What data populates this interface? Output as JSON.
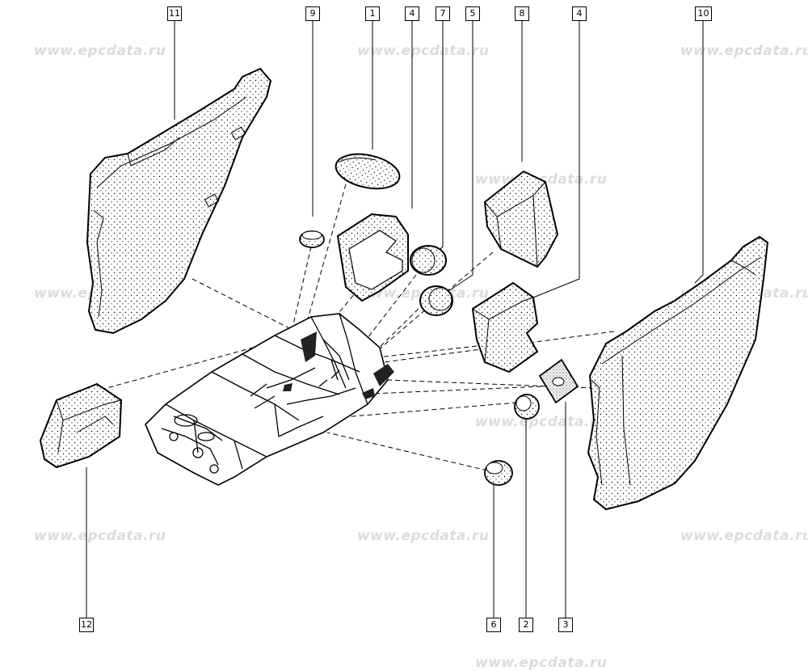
{
  "watermark": "www.epcdata.ru",
  "callouts": {
    "c1": "1",
    "c2": "2",
    "c3": "3",
    "c4a": "4",
    "c4b": "4",
    "c5": "5",
    "c6": "6",
    "c7": "7",
    "c8": "8",
    "c9": "9",
    "c10": "10",
    "c11": "11",
    "c12": "12"
  },
  "colors": {
    "line": "#000000",
    "watermark": "#dcdcdc",
    "fill": "#f4f4f4",
    "dark": "#222222"
  }
}
